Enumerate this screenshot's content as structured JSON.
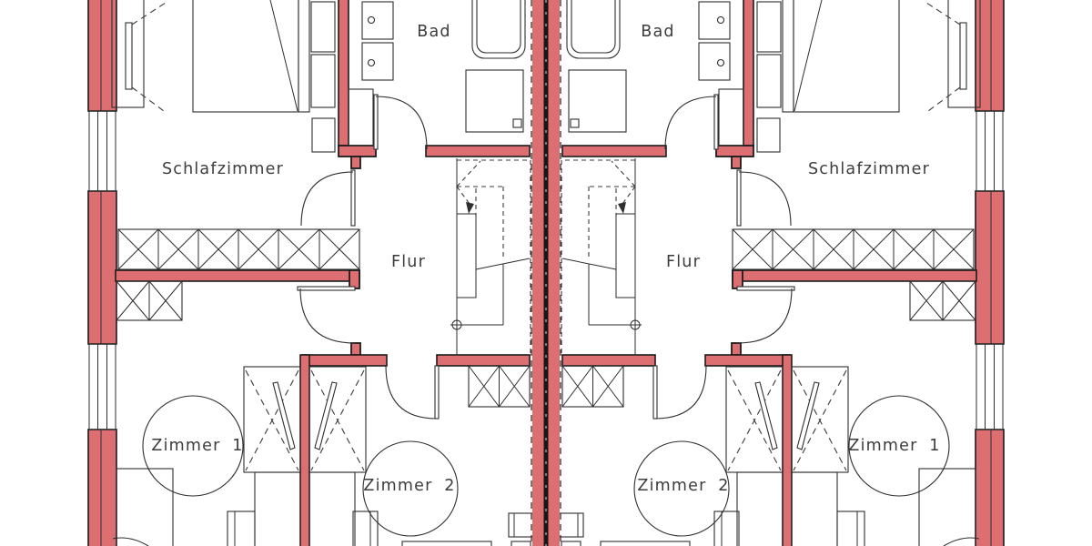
{
  "plan": {
    "type": "residential-floor-plan",
    "background": "#ffffff",
    "colors": {
      "wall_fill": "#dd6f72",
      "wall_core": "#161616",
      "wall_outline": "#1c1c1c",
      "furniture_line": "#2e2e2e",
      "dashed_line": "#3a3a3a",
      "label_text": "#3c3c3c"
    },
    "units": [
      {
        "side": "left"
      },
      {
        "side": "right"
      }
    ],
    "labels": {
      "left": {
        "schlafzimmer": "Schlafzimmer",
        "bad": "Bad",
        "flur": "Flur",
        "zimmer1": "Zimmer 1",
        "zimmer2": "Zimmer 2"
      },
      "right": {
        "schlafzimmer": "Schlafzimmer",
        "bad": "Bad",
        "flur": "Flur",
        "zimmer1": "Zimmer 1",
        "zimmer2": "Zimmer 2"
      }
    }
  }
}
